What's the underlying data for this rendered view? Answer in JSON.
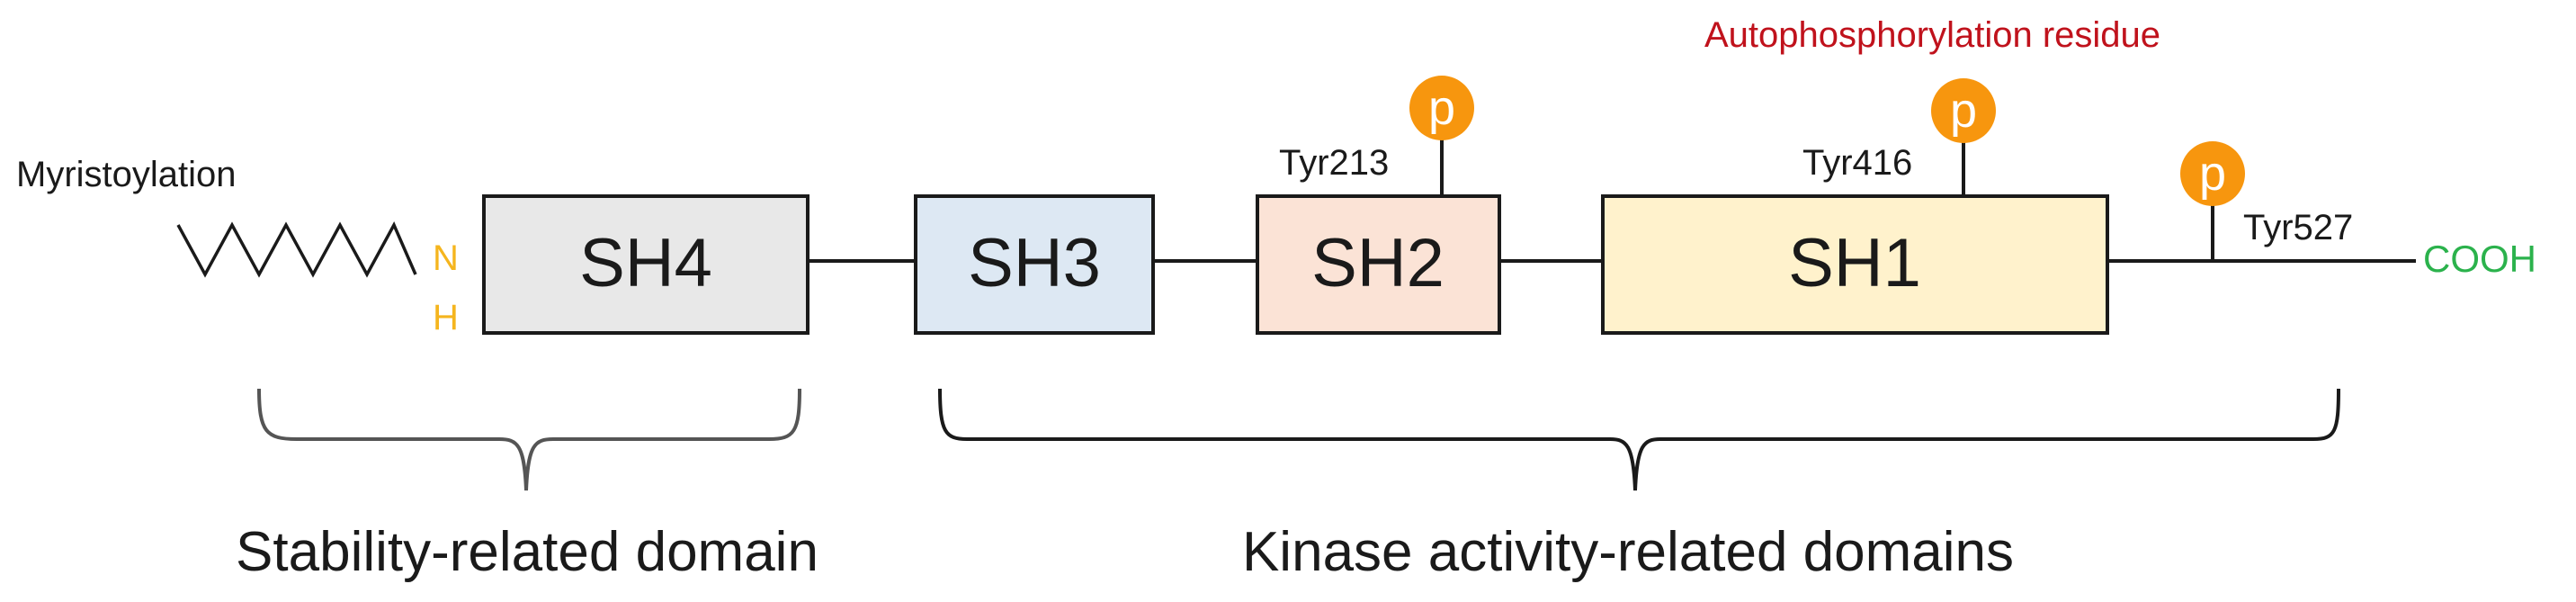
{
  "annotations": {
    "myristoylation": "Myristoylation",
    "autophosphorylation": "Autophosphorylation residue",
    "amino_n": "N",
    "amino_h": "H",
    "carboxyl": "COOH"
  },
  "domains": {
    "sh4": "SH4",
    "sh3": "SH3",
    "sh2": "SH2",
    "sh1": "SH1"
  },
  "residues": {
    "tyr213": "Tyr213",
    "tyr416": "Tyr416",
    "tyr527": "Tyr527"
  },
  "phospho": {
    "symbol": "p"
  },
  "groups": {
    "stability": "Stability-related domain",
    "kinase": "Kinase activity-related domains"
  },
  "colors": {
    "sh4_fill": "#e8e8e8",
    "sh3_fill": "#dde8f3",
    "sh2_fill": "#fbe3d6",
    "sh1_fill": "#fff2cc",
    "phospho_fill": "#f7960e",
    "amino_color": "#f5b51e",
    "carboxyl_color": "#2bb24c",
    "autophos_color": "#c0121c",
    "line_color": "#1a1a1a"
  }
}
